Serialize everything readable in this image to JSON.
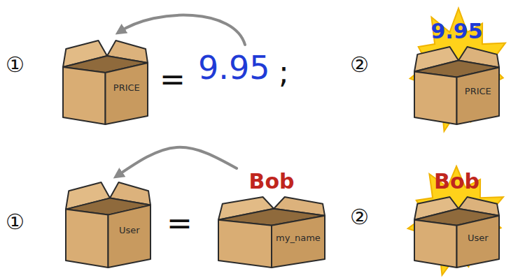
{
  "diagram": {
    "nodes": [
      {
        "text": [
          "PRICE"
        ]
      },
      {
        "text": [
          "9.95",
          "PRICE"
        ]
      },
      {
        "text": [
          "User"
        ]
      },
      {
        "text": [
          "Bob",
          "my_name"
        ]
      },
      {
        "text": [
          "Bob",
          "User"
        ]
      }
    ],
    "edges": [
      {
        "from": 3,
        "to": 2,
        "arrow": "to"
      }
    ],
    "labels": [
      "①",
      "=",
      "9.95",
      ";",
      "②",
      "①",
      "=",
      "②"
    ]
  }
}
